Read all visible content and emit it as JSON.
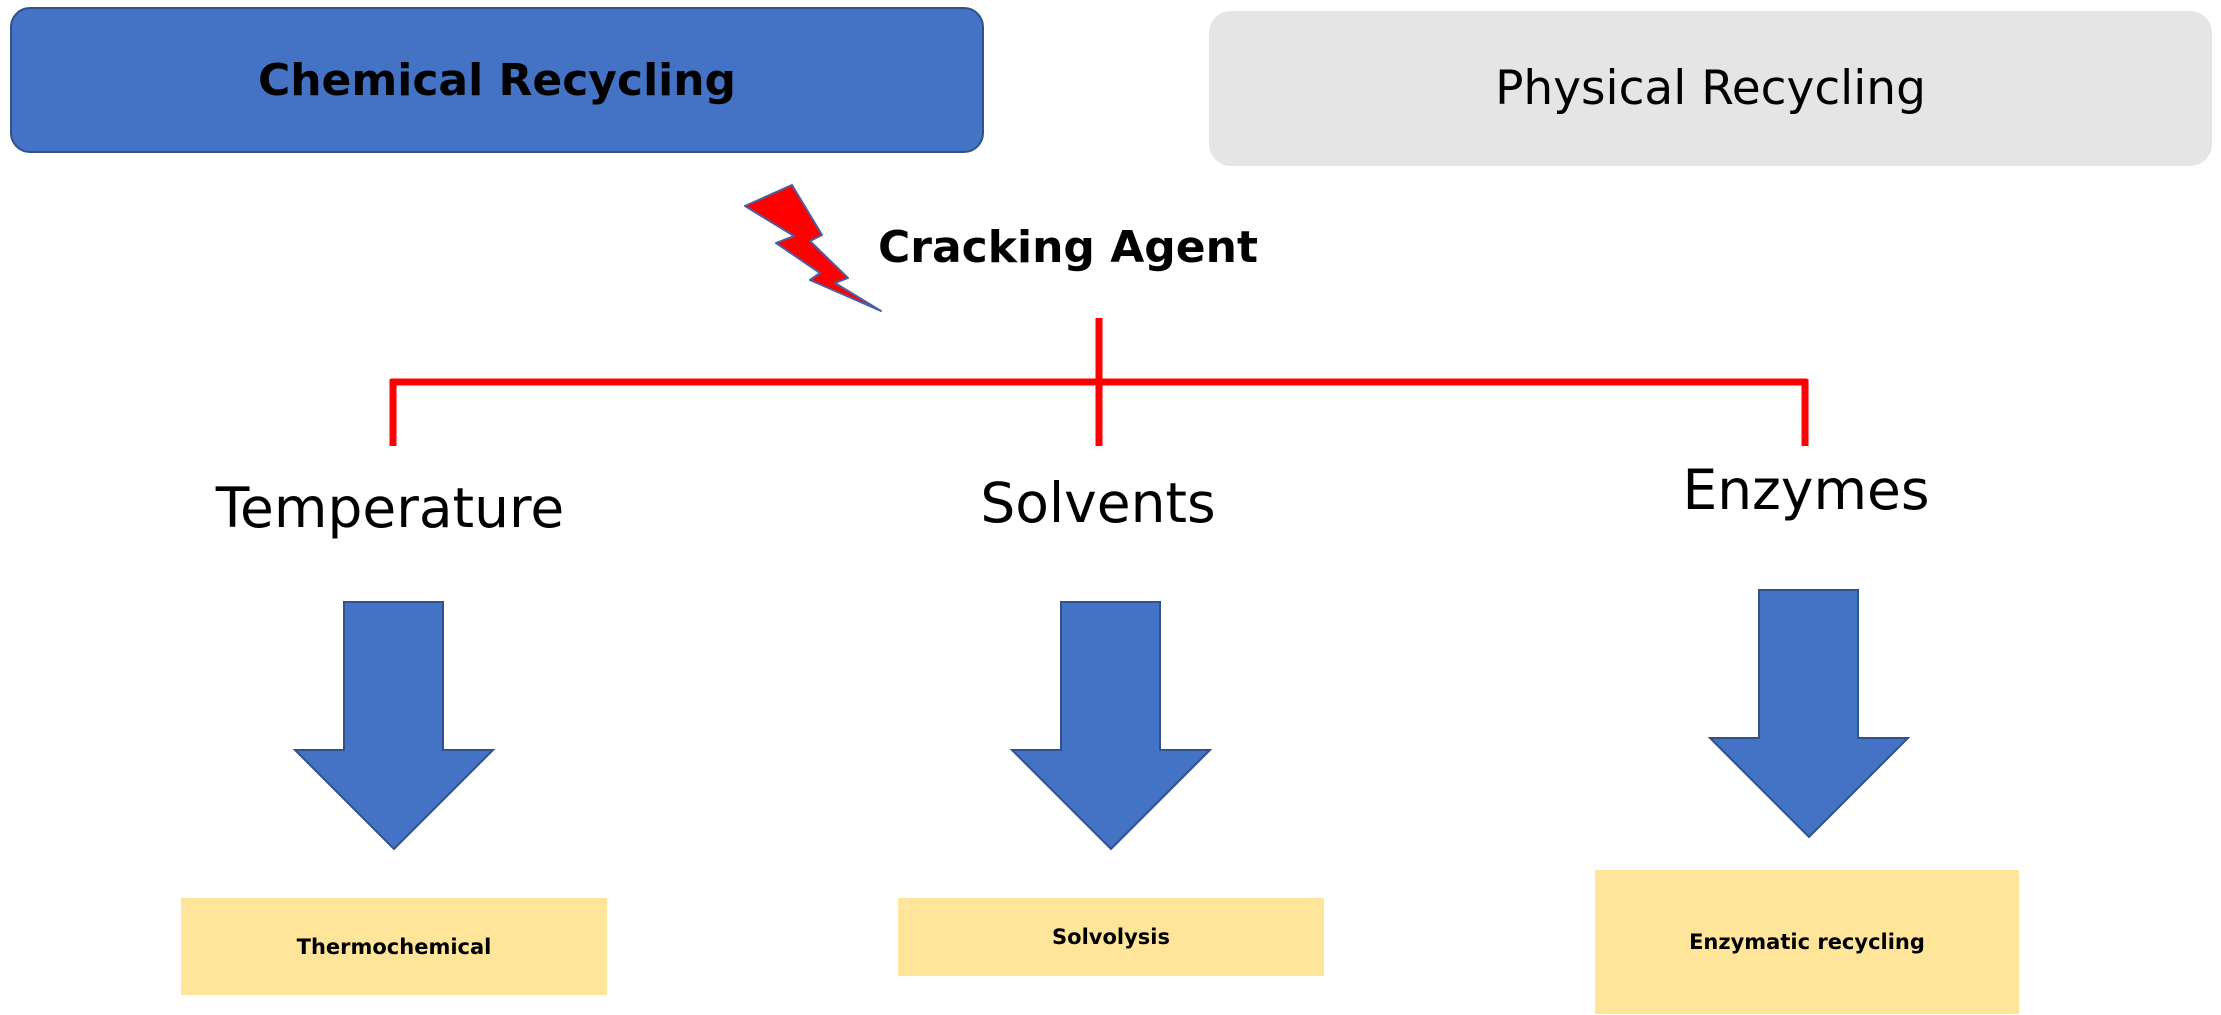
{
  "header": {
    "chemical_label": "Chemical Recycling",
    "physical_label": "Physical Recycling"
  },
  "cracking_agent": {
    "label": "Cracking Agent",
    "icon": "lightning-bolt-icon"
  },
  "branches": [
    {
      "method": "Temperature",
      "result": "Thermochemical"
    },
    {
      "method": "Solvents",
      "result": "Solvolysis"
    },
    {
      "method": "Enzymes",
      "result": "Enzymatic recycling"
    }
  ],
  "colors": {
    "chemical_fill": "#4472c4",
    "physical_fill": "#e5e5e5",
    "connector": "#ff0000",
    "arrow_fill": "#4472c4",
    "result_fill": "#fee599",
    "bolt_fill": "#ff0000"
  }
}
